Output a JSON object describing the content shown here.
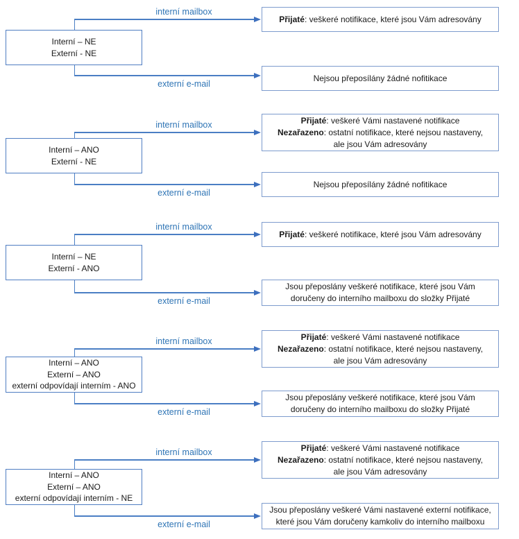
{
  "colors": {
    "line_blue": "#4a7ec4",
    "arrow_blue": "#3d6fbe",
    "label_blue": "#2e74b5",
    "condition_border": "#4f7dc2",
    "outcome_border": "#7d9bcd",
    "text_black": "#1a1a1a"
  },
  "groups": [
    {
      "condition_lines": [
        "Interní – NE",
        "Externí - NE"
      ],
      "top_arrow_label": "interní mailbox",
      "bottom_arrow_label": "externí e-mail",
      "internal_outcome_lines": [
        [
          {
            "t": "Přijaté",
            "b": true
          },
          {
            "t": ": veškeré notifikace, které jsou Vám adresovány",
            "b": false
          }
        ]
      ],
      "external_outcome_lines": [
        [
          {
            "t": "Nejsou přeposílány žádné nofitikace",
            "b": false
          }
        ]
      ]
    },
    {
      "condition_lines": [
        "Interní – ANO",
        "Externí - NE"
      ],
      "top_arrow_label": "interní mailbox",
      "bottom_arrow_label": "externí e-mail",
      "internal_outcome_lines": [
        [
          {
            "t": "Přijaté",
            "b": true
          },
          {
            "t": ": veškeré Vámi nastavené notifikace",
            "b": false
          }
        ],
        [
          {
            "t": "Nezařazeno",
            "b": true
          },
          {
            "t": ": ostatní notifikace, které nejsou nastaveny,",
            "b": false
          }
        ],
        [
          {
            "t": "ale jsou Vám adresovány",
            "b": false
          }
        ]
      ],
      "external_outcome_lines": [
        [
          {
            "t": "Nejsou přeposílány žádné nofitikace",
            "b": false
          }
        ]
      ]
    },
    {
      "condition_lines": [
        "Interní – NE",
        "Externí - ANO"
      ],
      "top_arrow_label": "interní mailbox",
      "bottom_arrow_label": "externí e-mail",
      "internal_outcome_lines": [
        [
          {
            "t": "Přijaté",
            "b": true
          },
          {
            "t": ": veškeré notifikace, které jsou Vám adresovány",
            "b": false
          }
        ]
      ],
      "external_outcome_lines": [
        [
          {
            "t": "Jsou přeposlány veškeré notifikace, které jsou Vám",
            "b": false
          }
        ],
        [
          {
            "t": "doručeny do interního mailboxu do složky Přijaté",
            "b": false
          }
        ]
      ]
    },
    {
      "condition_lines": [
        "Interní – ANO",
        "Externí – ANO",
        "externí odpovídají interním - ANO"
      ],
      "top_arrow_label": "interní mailbox",
      "bottom_arrow_label": "externí e-mail",
      "internal_outcome_lines": [
        [
          {
            "t": "Přijaté",
            "b": true
          },
          {
            "t": ": veškeré Vámi nastavené notifikace",
            "b": false
          }
        ],
        [
          {
            "t": "Nezařazeno",
            "b": true
          },
          {
            "t": ": ostatní notifikace, které nejsou nastaveny,",
            "b": false
          }
        ],
        [
          {
            "t": "ale jsou Vám adresovány",
            "b": false
          }
        ]
      ],
      "external_outcome_lines": [
        [
          {
            "t": "Jsou přeposlány veškeré notifikace, které jsou Vám",
            "b": false
          }
        ],
        [
          {
            "t": "doručeny do interního mailboxu do složky Přijaté",
            "b": false
          }
        ]
      ]
    },
    {
      "condition_lines": [
        "Interní – ANO",
        "Externí – ANO",
        "externí odpovídají interním - NE"
      ],
      "top_arrow_label": "interní mailbox",
      "bottom_arrow_label": "externí e-mail",
      "internal_outcome_lines": [
        [
          {
            "t": "Přijaté",
            "b": true
          },
          {
            "t": ": veškeré Vámi nastavené notifikace",
            "b": false
          }
        ],
        [
          {
            "t": "Nezařazeno",
            "b": true
          },
          {
            "t": ": ostatní notifikace, které nejsou nastaveny,",
            "b": false
          }
        ],
        [
          {
            "t": "ale jsou Vám adresovány",
            "b": false
          }
        ]
      ],
      "external_outcome_lines": [
        [
          {
            "t": "Jsou přeposlány veškeré Vámi nastavené externí notifikace,",
            "b": false
          }
        ],
        [
          {
            "t": "které jsou Vám doručeny kamkoliv do interního mailboxu",
            "b": false
          }
        ]
      ]
    }
  ]
}
